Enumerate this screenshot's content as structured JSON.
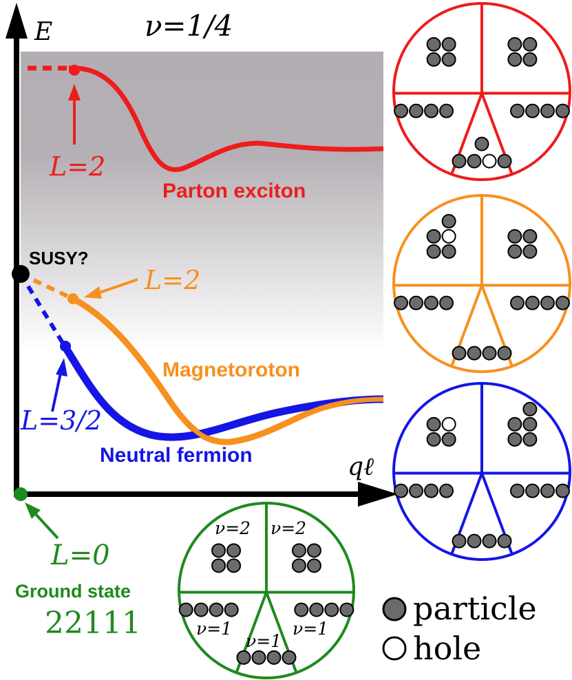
{
  "title": "ν=1/4",
  "axes": {
    "y_label": "E",
    "x_label": "qℓ"
  },
  "colors": {
    "red": "#ee1c1c",
    "orange": "#f7901e",
    "blue": "#1515e6",
    "green": "#1e8a1e",
    "black": "#000000",
    "particle": "#6b6b6b"
  },
  "branches": {
    "parton_exciton": {
      "name": "Parton exciton",
      "L_label": "L=2"
    },
    "magnetoroton": {
      "name": "Magnetoroton",
      "L_label": "L=2"
    },
    "neutral_fermion": {
      "name": "Neutral fermion",
      "L_label": "L=3/2"
    },
    "susy": {
      "label": "SUSY?"
    },
    "ground_state": {
      "L_label": "L=0",
      "name": "Ground state",
      "code": "22111"
    }
  },
  "ground_disk": {
    "top_left": "ν=2",
    "top_right": "ν=2",
    "bottom_left": "ν=1",
    "bottom_right": "ν=1",
    "bottom": "ν=1"
  },
  "legend": {
    "particle": "particle",
    "hole": "hole"
  }
}
